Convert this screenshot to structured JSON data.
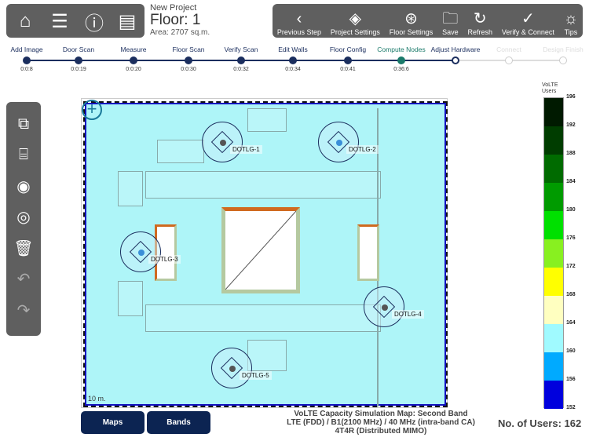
{
  "header": {
    "project": "New Project",
    "floor": "Floor: 1",
    "area": "Area: 2707 sq.m."
  },
  "left_toolbar": [
    {
      "icon": "home-icon"
    },
    {
      "icon": "layers-icon"
    },
    {
      "icon": "info-search-icon"
    },
    {
      "icon": "notebook-icon"
    }
  ],
  "toolbar": [
    {
      "label": "Previous Step",
      "icon": "chevron-left-icon",
      "glyph": "‹"
    },
    {
      "label": "Project Settings",
      "icon": "project-settings-icon",
      "glyph": "◈"
    },
    {
      "label": "Floor Settings",
      "icon": "floor-settings-icon",
      "glyph": "⊛"
    },
    {
      "label": "Save",
      "icon": "folder-icon",
      "glyph": "🗀"
    },
    {
      "label": "Refresh",
      "icon": "refresh-icon",
      "glyph": "↻"
    },
    {
      "label": "Verify & Connect",
      "icon": "check-icon",
      "glyph": "✓"
    },
    {
      "label": "Tips",
      "icon": "lightbulb-icon",
      "glyph": "☼"
    }
  ],
  "timeline": [
    {
      "name": "Add Image",
      "time": "0:0:8",
      "state": "done"
    },
    {
      "name": "Door Scan",
      "time": "0:0:19",
      "state": "done"
    },
    {
      "name": "Measure",
      "time": "0:0:20",
      "state": "done"
    },
    {
      "name": "Floor Scan",
      "time": "0:0:30",
      "state": "done"
    },
    {
      "name": "Verify Scan",
      "time": "0:0:32",
      "state": "done"
    },
    {
      "name": "Edit Walls",
      "time": "0:0:34",
      "state": "done"
    },
    {
      "name": "Floor Config",
      "time": "0:0:41",
      "state": "done"
    },
    {
      "name": "Compute Nodes",
      "time": "0:36:6",
      "state": "current-done"
    },
    {
      "name": "Adjust Hardware",
      "time": "",
      "state": "active"
    },
    {
      "name": "Connect",
      "time": "",
      "state": "pending"
    },
    {
      "name": "Design Finish",
      "time": "",
      "state": "pending"
    }
  ],
  "sidebar": [
    {
      "icon": "floorplan-icon"
    },
    {
      "icon": "cylinder-icon"
    },
    {
      "icon": "eye-icon"
    },
    {
      "icon": "target-icon"
    },
    {
      "icon": "trash-icon"
    },
    {
      "icon": "undo-icon"
    },
    {
      "icon": "redo-icon"
    }
  ],
  "map": {
    "scale_label": "10 m.",
    "nodes": [
      "DOTLG-1",
      "DOTLG-2",
      "DOTLG-3",
      "DOTLG-4",
      "DOTLG-5"
    ]
  },
  "legend": {
    "title_line1": "VoLTE",
    "title_line2": "Users",
    "ticks": [
      "196",
      "192",
      "188",
      "184",
      "180",
      "176",
      "172",
      "168",
      "164",
      "160",
      "156",
      "152"
    ],
    "colors": [
      "#001a00",
      "#003d00",
      "#006b00",
      "#009b00",
      "#00e000",
      "#88f020",
      "#ffff00",
      "#ffffc0",
      "#a0faff",
      "#00aaff",
      "#0000dd"
    ]
  },
  "buttons": {
    "maps": "Maps",
    "bands": "Bands"
  },
  "caption": {
    "line1": "VoLTE Capacity Simulation Map: Second Band",
    "line2": "LTE (FDD) / B1(2100 MHz) / 40 MHz (intra-band CA)",
    "line3": "4T4R (Distributed MIMO)"
  },
  "users": "No. of Users: 162",
  "colors": {
    "accent": "#1b2e5e",
    "teal": "#1a7a6a",
    "panel": "#5f5f5f",
    "map_fill": "#aef5f8"
  }
}
